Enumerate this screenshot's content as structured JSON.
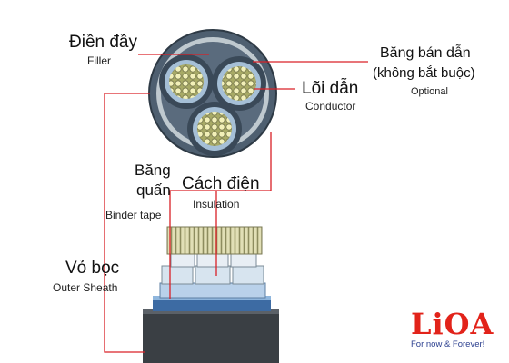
{
  "labels": {
    "filler": {
      "vi": "Điền đầy",
      "en": "Filler"
    },
    "semi_tape": {
      "vi_line1": "Băng bán dẫn",
      "vi_line2": "(không bắt buộc)",
      "en": "Optional"
    },
    "conductor": {
      "vi": "Lõi dẫn",
      "en": "Conductor"
    },
    "binder": {
      "vi_line1": "Băng",
      "vi_line2": "quấn",
      "en": "Binder tape"
    },
    "insulation": {
      "vi": "Cách điện",
      "en": "Insulation"
    },
    "sheath": {
      "vi": "Vỏ bọc",
      "en": "Outer Sheath"
    }
  },
  "logo": {
    "text": "LiOA",
    "tagline": "For now & Forever!"
  },
  "colors": {
    "leader": "#d92027",
    "brand": "#e2231a",
    "tagline": "#2b3f8f"
  }
}
